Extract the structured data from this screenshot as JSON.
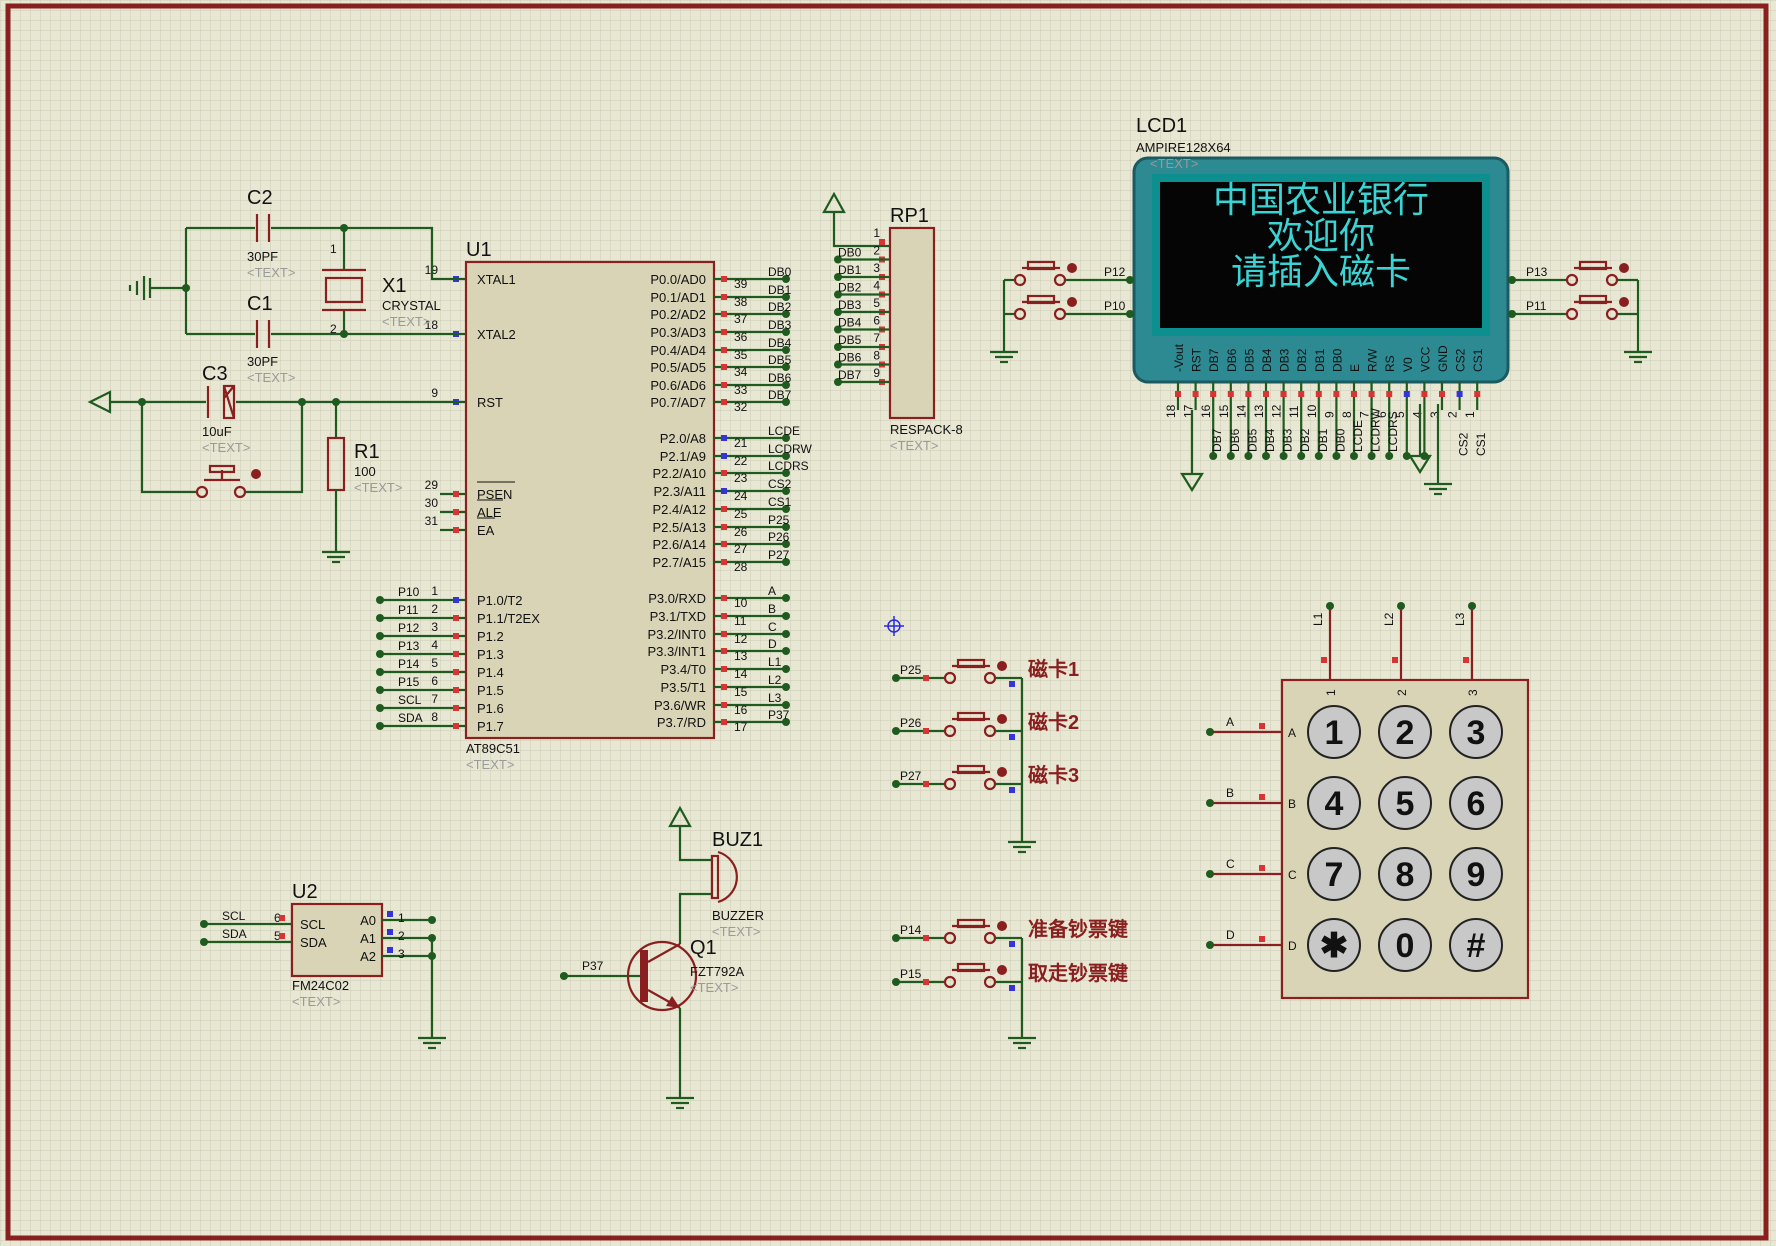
{
  "lcd": {
    "ref": "LCD1",
    "model": "AMPIRE128X64",
    "text_tag": "<TEXT>",
    "lines": [
      "中国农业银行",
      "欢迎你",
      "请插入磁卡"
    ],
    "pins": [
      "-Vout",
      "RST",
      "DB7",
      "DB6",
      "DB5",
      "DB4",
      "DB3",
      "DB2",
      "DB1",
      "DB0",
      "E",
      "R/W",
      "RS",
      "V0",
      "VCC",
      "GND",
      "CS2",
      "CS1"
    ],
    "pin_nums": [
      "18",
      "17",
      "16",
      "15",
      "14",
      "13",
      "12",
      "11",
      "10",
      "9",
      "8",
      "7",
      "6",
      "5",
      "4",
      "3",
      "2",
      "1"
    ],
    "net_labels": [
      "DB7",
      "DB6",
      "DB5",
      "DB4",
      "DB3",
      "DB2",
      "DB1",
      "DB0",
      "LCDE",
      "LCDRW",
      "LCDRS",
      "CS2",
      "CS1"
    ]
  },
  "u1": {
    "ref": "U1",
    "model": "AT89C51",
    "text_tag": "<TEXT>",
    "left_pins": [
      {
        "num": "19",
        "name": "XTAL1"
      },
      {
        "num": "18",
        "name": "XTAL2"
      },
      {
        "num": "9",
        "name": "RST"
      },
      {
        "num": "29",
        "name": "PSEN"
      },
      {
        "num": "30",
        "name": "ALE"
      },
      {
        "num": "31",
        "name": "EA"
      },
      {
        "num": "1",
        "name": "P1.0/T2",
        "net": "P10"
      },
      {
        "num": "2",
        "name": "P1.1/T2EX",
        "net": "P11"
      },
      {
        "num": "3",
        "name": "P1.2",
        "net": "P12"
      },
      {
        "num": "4",
        "name": "P1.3",
        "net": "P13"
      },
      {
        "num": "5",
        "name": "P1.4",
        "net": "P14"
      },
      {
        "num": "6",
        "name": "P1.5",
        "net": "P15"
      },
      {
        "num": "7",
        "name": "P1.6",
        "net": "SCL"
      },
      {
        "num": "8",
        "name": "P1.7",
        "net": "SDA"
      }
    ],
    "right_pins": [
      {
        "num": "39",
        "name": "P0.0/AD0",
        "net": "DB0"
      },
      {
        "num": "38",
        "name": "P0.1/AD1",
        "net": "DB1"
      },
      {
        "num": "37",
        "name": "P0.2/AD2",
        "net": "DB2"
      },
      {
        "num": "36",
        "name": "P0.3/AD3",
        "net": "DB3"
      },
      {
        "num": "35",
        "name": "P0.4/AD4",
        "net": "DB4"
      },
      {
        "num": "34",
        "name": "P0.5/AD5",
        "net": "DB5"
      },
      {
        "num": "33",
        "name": "P0.6/AD6",
        "net": "DB6"
      },
      {
        "num": "32",
        "name": "P0.7/AD7",
        "net": "DB7"
      },
      {
        "num": "21",
        "name": "P2.0/A8",
        "net": "LCDE"
      },
      {
        "num": "22",
        "name": "P2.1/A9",
        "net": "LCDRW"
      },
      {
        "num": "23",
        "name": "P2.2/A10",
        "net": "LCDRS"
      },
      {
        "num": "24",
        "name": "P2.3/A11",
        "net": "CS2"
      },
      {
        "num": "25",
        "name": "P2.4/A12",
        "net": "CS1"
      },
      {
        "num": "26",
        "name": "P2.5/A13",
        "net": "P25"
      },
      {
        "num": "27",
        "name": "P2.6/A14",
        "net": "P26"
      },
      {
        "num": "28",
        "name": "P2.7/A15",
        "net": "P27"
      },
      {
        "num": "10",
        "name": "P3.0/RXD",
        "net": "A"
      },
      {
        "num": "11",
        "name": "P3.1/TXD",
        "net": "B"
      },
      {
        "num": "12",
        "name": "P3.2/INT0",
        "net": "C"
      },
      {
        "num": "13",
        "name": "P3.3/INT1",
        "net": "D"
      },
      {
        "num": "14",
        "name": "P3.4/T0",
        "net": "L1"
      },
      {
        "num": "15",
        "name": "P3.5/T1",
        "net": "L2"
      },
      {
        "num": "16",
        "name": "P3.6/WR",
        "net": "L3"
      },
      {
        "num": "17",
        "name": "P3.7/RD",
        "net": "P37"
      }
    ]
  },
  "rp1": {
    "ref": "RP1",
    "model": "RESPACK-8",
    "text_tag": "<TEXT>",
    "pin_nums": [
      "1",
      "2",
      "3",
      "4",
      "5",
      "6",
      "7",
      "8",
      "9"
    ],
    "nets": [
      "DB0",
      "DB1",
      "DB2",
      "DB3",
      "DB4",
      "DB5",
      "DB6",
      "DB7"
    ]
  },
  "c2": {
    "ref": "C2",
    "value": "30PF",
    "text_tag": "<TEXT>"
  },
  "c1": {
    "ref": "C1",
    "value": "30PF",
    "text_tag": "<TEXT>"
  },
  "x1": {
    "ref": "X1",
    "value": "CRYSTAL",
    "text_tag": "<TEXT>",
    "pin1": "1",
    "pin2": "2"
  },
  "c3": {
    "ref": "C3",
    "value": "10uF",
    "text_tag": "<TEXT>"
  },
  "r1": {
    "ref": "R1",
    "value": "100",
    "text_tag": "<TEXT>"
  },
  "u2": {
    "ref": "U2",
    "model": "FM24C02",
    "text_tag": "<TEXT>",
    "left": [
      {
        "num": "6",
        "name": "SCL",
        "net": "SCL"
      },
      {
        "num": "5",
        "name": "SDA",
        "net": "SDA"
      }
    ],
    "right": [
      {
        "num": "1",
        "name": "A0"
      },
      {
        "num": "2",
        "name": "A1"
      },
      {
        "num": "3",
        "name": "A2"
      }
    ]
  },
  "buz1": {
    "ref": "BUZ1",
    "model": "BUZZER",
    "text_tag": "<TEXT>"
  },
  "q1": {
    "ref": "Q1",
    "model": "FZT792A",
    "text_tag": "<TEXT>",
    "base_net": "P37"
  },
  "cards": [
    {
      "net": "P25",
      "label": "磁卡1"
    },
    {
      "net": "P26",
      "label": "磁卡2"
    },
    {
      "net": "P27",
      "label": "磁卡3"
    }
  ],
  "cash": [
    {
      "net": "P14",
      "label": "准备钞票键"
    },
    {
      "net": "P15",
      "label": "取走钞票键"
    }
  ],
  "lcd_buttons": {
    "left": [
      "P12",
      "P10"
    ],
    "right": [
      "P13",
      "P11"
    ]
  },
  "keypad": {
    "rows": [
      "A",
      "B",
      "C",
      "D"
    ],
    "cols": [
      "1",
      "2",
      "3"
    ],
    "col_nets": [
      "L1",
      "L2",
      "L3"
    ],
    "keys": [
      "1",
      "2",
      "3",
      "4",
      "5",
      "6",
      "7",
      "8",
      "9",
      "✱",
      "0",
      "#"
    ]
  }
}
